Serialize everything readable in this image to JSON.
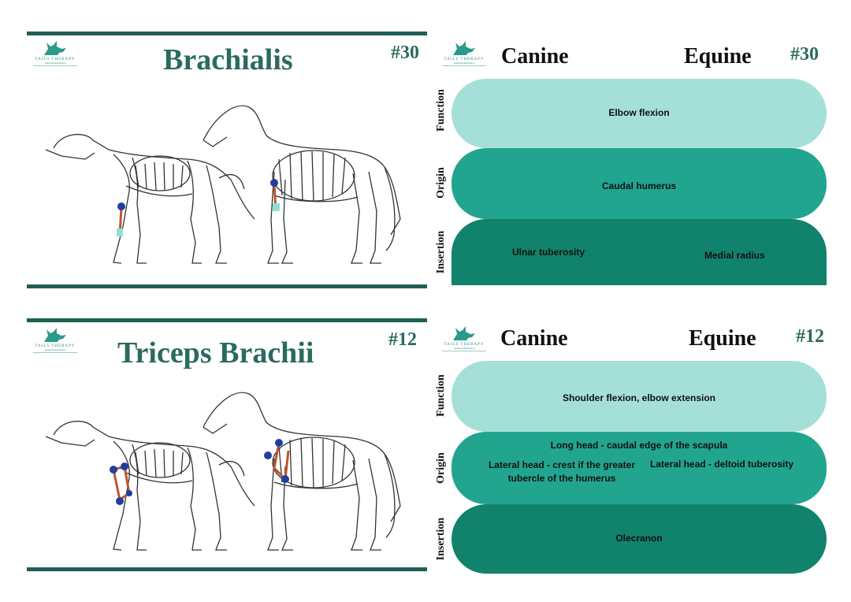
{
  "brand": {
    "name": "TAILS THERAPY",
    "tagline": "Animal Rehabilitation"
  },
  "cards": [
    {
      "title": "Brachialis",
      "number": "#30",
      "back": {
        "number": "#30",
        "col_canine": "Canine",
        "col_equine": "Equine",
        "labels": {
          "function": "Function",
          "origin": "Origin",
          "insertion": "Insertion"
        },
        "function": "Elbow flexion",
        "origin": "Caudal humerus",
        "insertion_canine": "Ulnar tuberosity",
        "insertion_equine": "Medial radius"
      }
    },
    {
      "title": "Triceps Brachii",
      "number": "#12",
      "back": {
        "number": "#12",
        "col_canine": "Canine",
        "col_equine": "Equine",
        "labels": {
          "function": "Function",
          "origin": "Origin",
          "insertion": "Insertion"
        },
        "function": "Shoulder flexion, elbow extension",
        "origin_long": "Long head - caudal edge of the scapula",
        "origin_lateral_canine": "Lateral head - crest if the greater tubercle of the humerus",
        "origin_lateral_equine": "Lateral head - deltoid tuberosity",
        "insertion": "Olecranon"
      }
    }
  ],
  "colors": {
    "dark_teal": "#1f5f55",
    "title_teal": "#2a6b5f",
    "light_pill": "#a5e0d8",
    "mid_pill": "#22a58e",
    "dark_pill": "#11826b",
    "muscle": "#c0542e",
    "marker": "#1e3fa0"
  }
}
